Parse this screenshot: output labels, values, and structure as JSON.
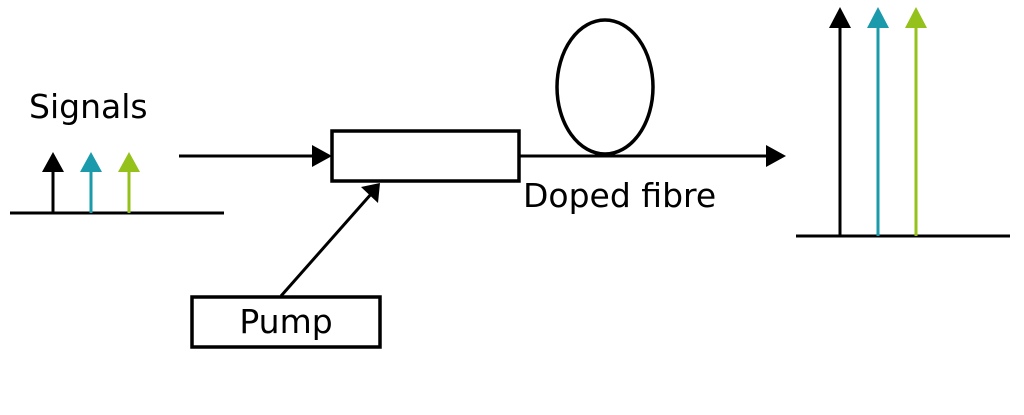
{
  "labels": {
    "signals": "Signals",
    "pump": "Pump",
    "doped_fibre": "Doped fibre"
  },
  "colors": {
    "line": "#000000",
    "signal_black": "#000000",
    "signal_teal": "#1a9aaa",
    "signal_green": "#94c11a"
  },
  "icons": {
    "input_signal_arrows": [
      "black",
      "teal",
      "green"
    ],
    "output_signal_arrows": [
      "black",
      "teal",
      "green"
    ],
    "fibre_coil": "ellipse-loop"
  }
}
